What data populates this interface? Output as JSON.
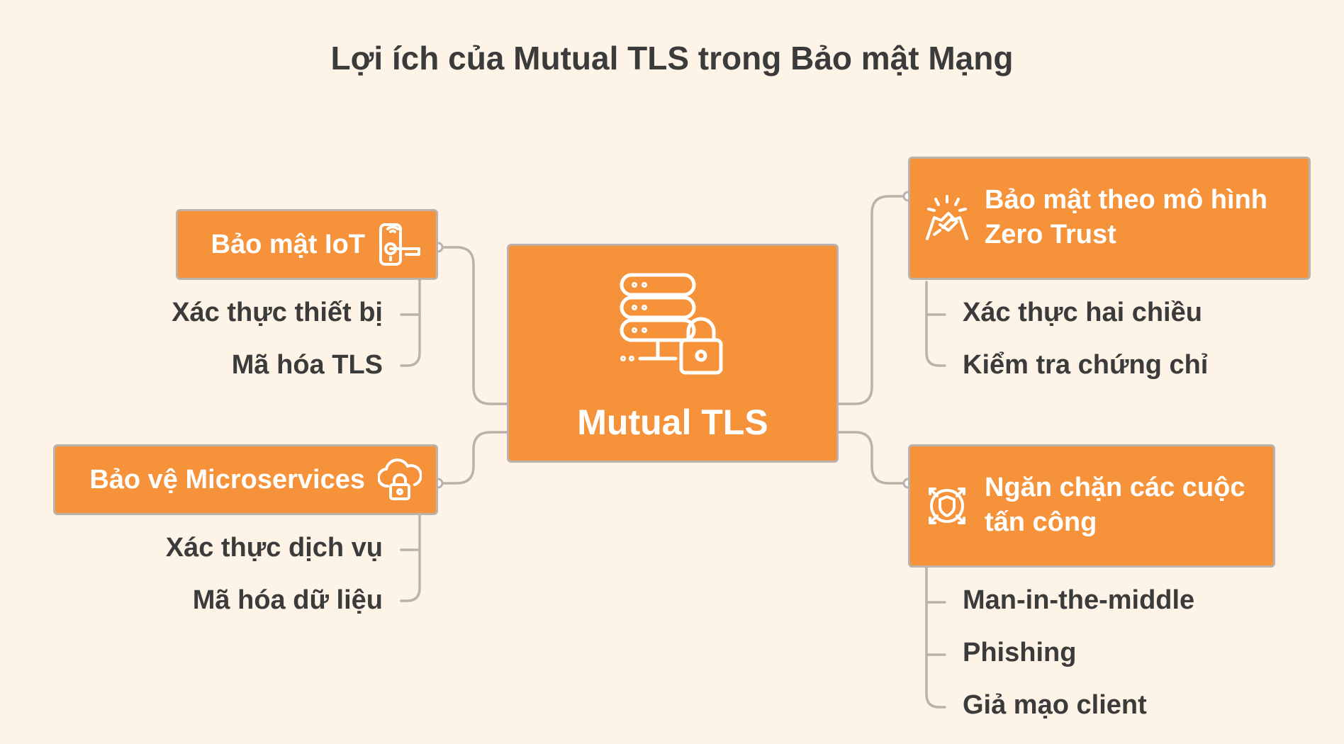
{
  "title": "Lợi ích của Mutual TLS trong Bảo mật Mạng",
  "center": {
    "label": "Mutual TLS",
    "icon": "server-lock-icon"
  },
  "branches": {
    "iot": {
      "label": "Bảo mật IoT",
      "icon": "smart-lock-icon",
      "items": [
        "Xác thực thiết bị",
        "Mã hóa TLS"
      ]
    },
    "microservices": {
      "label": "Bảo vệ Microservices",
      "icon": "cloud-lock-icon",
      "items": [
        "Xác thực dịch vụ",
        "Mã hóa dữ liệu"
      ]
    },
    "zero_trust": {
      "label_line1": "Bảo mật theo mô hình",
      "label_line2": "Zero Trust",
      "icon": "handshake-icon",
      "items": [
        "Xác thực hai chiều",
        "Kiểm tra chứng chỉ"
      ]
    },
    "attacks": {
      "label_line1": "Ngăn chặn các cuộc",
      "label_line2": "tấn công",
      "icon": "shield-target-icon",
      "items": [
        "Man-in-the-middle",
        "Phishing",
        "Giả mạo client"
      ]
    }
  },
  "colors": {
    "box": "#f5923a",
    "background": "#fdf3e7",
    "text": "#3b3b3b",
    "line": "#b9b3ac"
  }
}
